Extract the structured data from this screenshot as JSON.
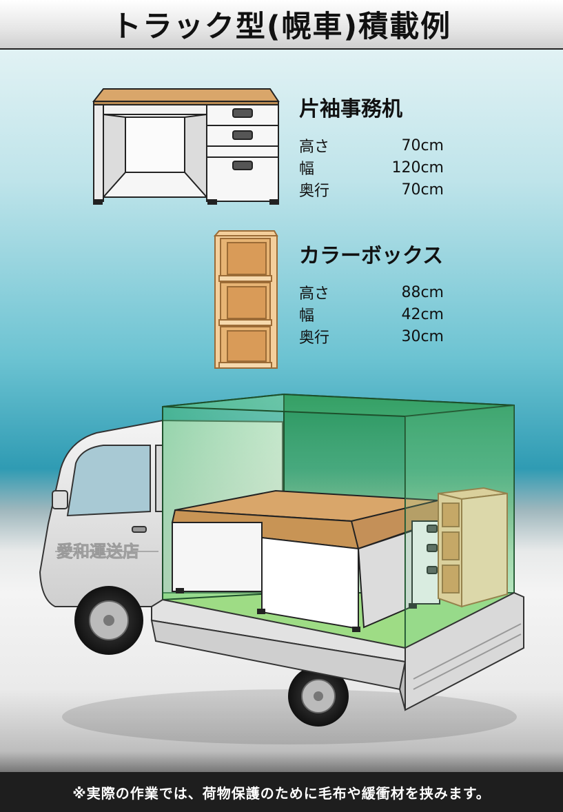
{
  "header": {
    "title": "トラック型(幌車)積載例"
  },
  "desk": {
    "name": "片袖事務机",
    "rows": [
      {
        "label": "高さ",
        "value": "70cm"
      },
      {
        "label": "幅",
        "value": "120cm"
      },
      {
        "label": "奥行",
        "value": "70cm"
      }
    ]
  },
  "color_box": {
    "name": "カラーボックス",
    "rows": [
      {
        "label": "高さ",
        "value": "88cm"
      },
      {
        "label": "幅",
        "value": "42cm"
      },
      {
        "label": "奥行",
        "value": "30cm"
      }
    ]
  },
  "truck": {
    "door_text": "愛和運送店"
  },
  "footer": {
    "note": "※実際の作業では、荷物保護のために毛布や緩衝材を挟みます。"
  },
  "colors": {
    "desk_top": "#d9a66a",
    "box_wood": "#f4cf9c",
    "cargo_green": "#5fcc6d",
    "sky_top": "#eef7f8",
    "sky_bottom": "#2f9bb3"
  }
}
